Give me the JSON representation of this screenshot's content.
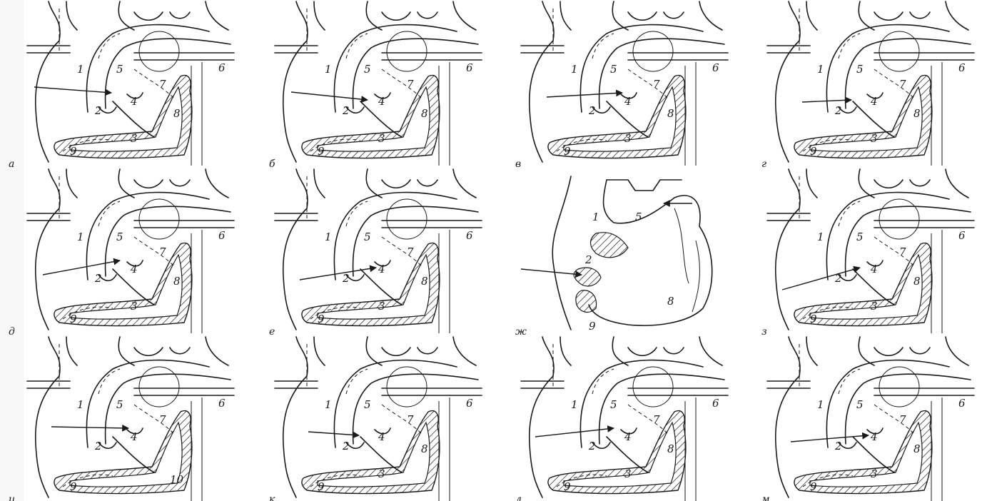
{
  "figure": {
    "panels": [
      {
        "label": "а",
        "numbers": [
          "1",
          "2",
          "3",
          "4",
          "5",
          "6",
          "7",
          "8",
          "9"
        ]
      },
      {
        "label": "б",
        "numbers": [
          "1",
          "2",
          "3",
          "4",
          "5",
          "6",
          "7",
          "8",
          "9"
        ]
      },
      {
        "label": "в",
        "numbers": [
          "1",
          "2",
          "3",
          "4",
          "5",
          "6",
          "7",
          "8",
          "9"
        ]
      },
      {
        "label": "г",
        "numbers": [
          "1",
          "2",
          "3",
          "4",
          "5",
          "6",
          "7",
          "8",
          "9"
        ]
      },
      {
        "label": "д",
        "numbers": [
          "1",
          "2",
          "3",
          "4",
          "5",
          "6",
          "7",
          "8",
          "9"
        ]
      },
      {
        "label": "е",
        "numbers": [
          "1",
          "2",
          "3",
          "4",
          "5",
          "6",
          "7",
          "8",
          "9"
        ]
      },
      {
        "label": "ж",
        "numbers": [
          "1",
          "2",
          "5",
          "8",
          "9"
        ]
      },
      {
        "label": "з",
        "numbers": [
          "1",
          "2",
          "3",
          "4",
          "5",
          "6",
          "7",
          "8",
          "9"
        ]
      },
      {
        "label": "и",
        "numbers": [
          "1",
          "2",
          "4",
          "5",
          "6",
          "7",
          "9",
          "10"
        ]
      },
      {
        "label": "к",
        "numbers": [
          "1",
          "2",
          "3",
          "4",
          "5",
          "6",
          "7",
          "8",
          "9"
        ]
      },
      {
        "label": "л",
        "numbers": [
          "1",
          "2",
          "3",
          "4",
          "5",
          "6",
          "7",
          "8",
          "9"
        ]
      },
      {
        "label": "м",
        "numbers": [
          "1",
          "2",
          "3",
          "4",
          "5",
          "6",
          "7",
          "8",
          "9"
        ]
      }
    ]
  }
}
